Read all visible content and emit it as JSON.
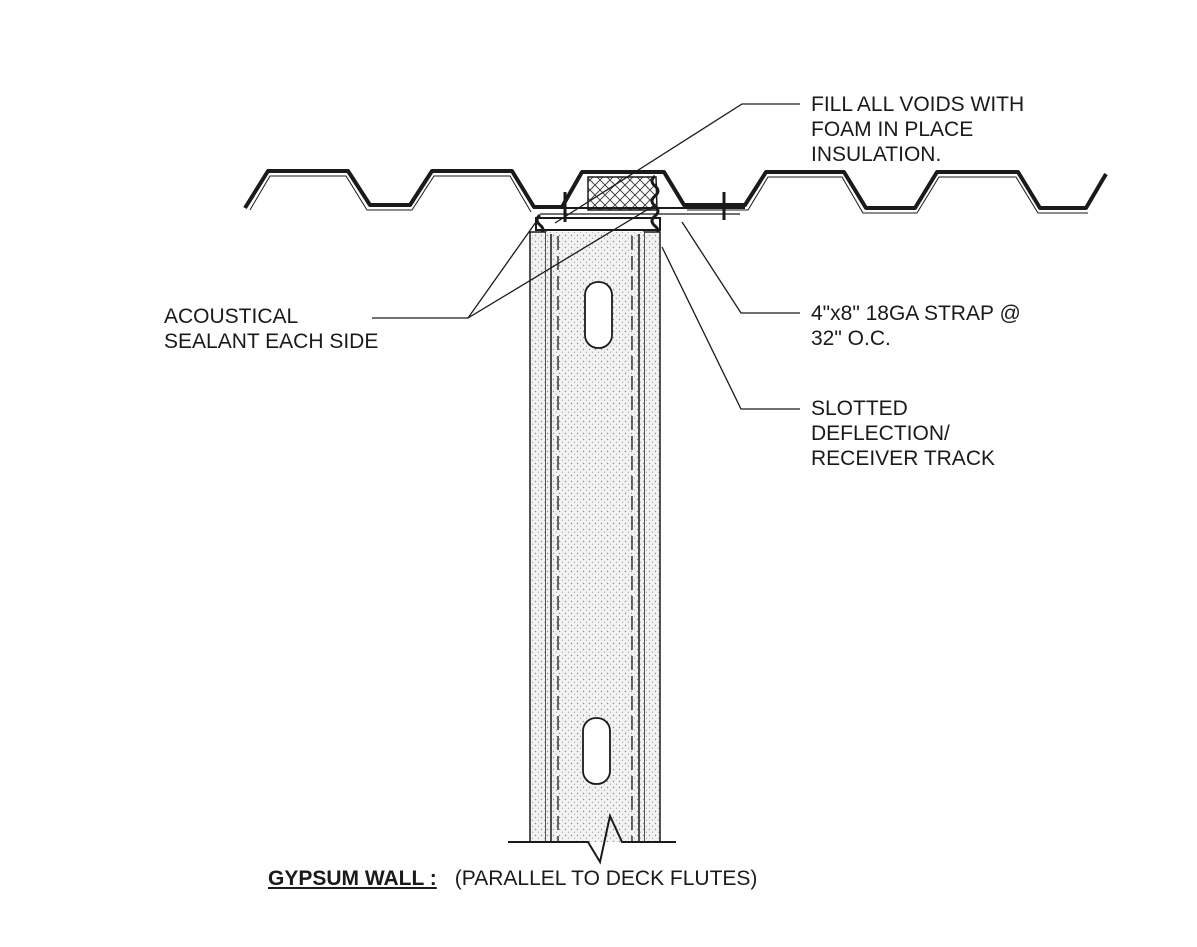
{
  "labels": {
    "foam": [
      "FILL ALL VOIDS WITH",
      "FOAM IN PLACE",
      "INSULATION."
    ],
    "acoustical": [
      "ACOUSTICAL",
      "SEALANT EACH SIDE"
    ],
    "strap": [
      "4\"x8\" 18GA STRAP @",
      "32\" O.C."
    ],
    "track": [
      "SLOTTED",
      "DEFLECTION/",
      "RECEIVER TRACK"
    ]
  },
  "caption": {
    "title": "GYPSUM WALL :",
    "subtitle": "(PARALLEL TO DECK FLUTES)"
  },
  "colors": {
    "line": "#1a1a1a",
    "stipple": "#9a9a9a",
    "board": "#ececec"
  }
}
